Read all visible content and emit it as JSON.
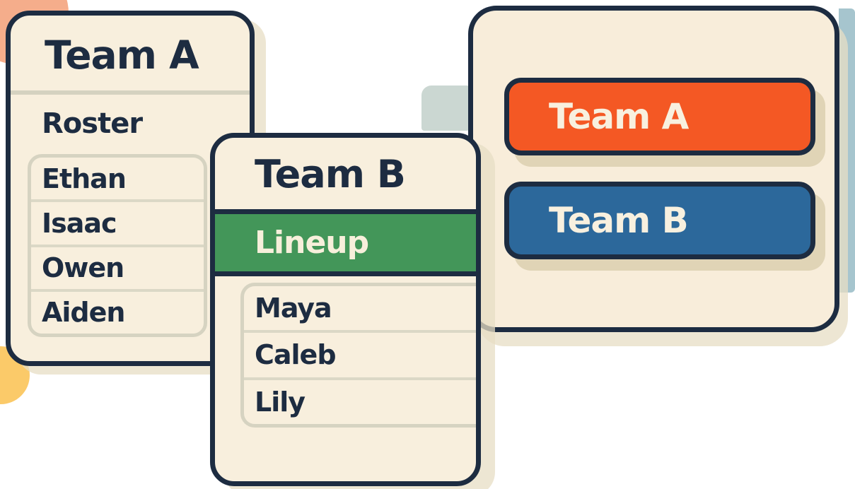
{
  "left_panel": {
    "title": "Team A",
    "section_label": "Roster",
    "members": [
      "Ethan",
      "Isaac",
      "Owen",
      "Aiden"
    ]
  },
  "middle_panel": {
    "title": "Team B",
    "section_label": "Lineup",
    "members": [
      "Maya",
      "Caleb",
      "Lily"
    ]
  },
  "right_panel": {
    "buttons": [
      {
        "label": "Team A",
        "color": "#f45824"
      },
      {
        "label": "Team B",
        "color": "#2c689b"
      }
    ]
  },
  "colors": {
    "panel_background": "#f8efdd",
    "outline_navy": "#1d2c41",
    "lineup_highlight_green": "#439659",
    "team_a_button_orange": "#f45824",
    "team_b_button_blue": "#2c689b",
    "button_text_cream": "#f8f0df",
    "list_border_gray": "#d6d3c1",
    "divider_gray": "#d5d2c0",
    "deco_peach": "#f5ad8b",
    "deco_yellow": "#fbca69",
    "deco_bluegray": "#cbd7d2",
    "deco_bluestrip": "#a6c5ce"
  }
}
